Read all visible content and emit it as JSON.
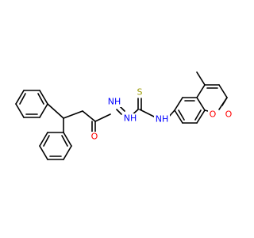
{
  "molecule": {
    "atom_labels": {
      "carbonyl_oxygen": "O",
      "hydrazide_nh_1": "NH",
      "hydrazide_nh_2": "NH",
      "thione_sulfur": "S",
      "thiourea_nh": "NH",
      "ring_oxygen": "O",
      "lactone_oxygen": "O"
    },
    "colors": {
      "bond": "#000000",
      "oxygen": "#ff0000",
      "nitrogen": "#0000ff",
      "sulfur": "#999900"
    }
  }
}
